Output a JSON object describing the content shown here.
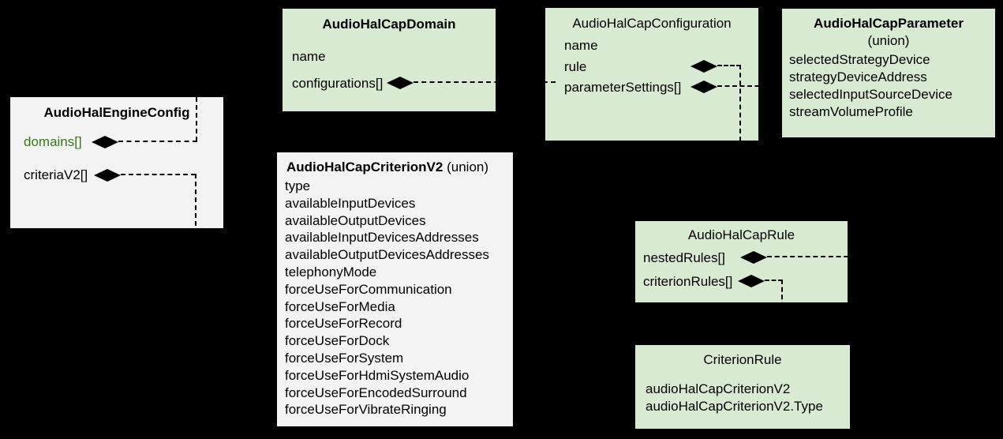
{
  "colors": {
    "background": "#000000",
    "green_box_fill": "#d9ead3",
    "gray_box_fill": "#f3f3f3",
    "text": "#000000",
    "green_field_text": "#38761d",
    "connector": "#000000"
  },
  "boxes": {
    "engine_config": {
      "title": "AudioHalEngineConfig",
      "fields": {
        "domains": "domains[]",
        "criteria_v2": "criteriaV2[]"
      }
    },
    "cap_domain": {
      "title": "AudioHalCapDomain",
      "fields": {
        "name": "name",
        "configurations": "configurations[]"
      }
    },
    "cap_configuration": {
      "title": "AudioHalCapConfiguration",
      "fields": {
        "name": "name",
        "rule": "rule",
        "parameter_settings": "parameterSettings[]"
      }
    },
    "cap_parameter": {
      "title": "AudioHalCapParameter",
      "subtitle": "(union)",
      "fields": {
        "selected_strategy_device": "selectedStrategyDevice",
        "strategy_device_address": "strategyDeviceAddress",
        "selected_input_source_device": "selectedInputSourceDevice",
        "stream_volume_profile": "streamVolumeProfile"
      }
    },
    "cap_criterion_v2": {
      "title": "AudioHalCapCriterionV2",
      "subtitle": "(union)",
      "fields": [
        "type",
        "availableInputDevices",
        "availableOutputDevices",
        "availableInputDevicesAddresses",
        "availableOutputDevicesAddresses",
        "telephonyMode",
        "forceUseForCommunication",
        "forceUseForMedia",
        "forceUseForRecord",
        "forceUseForDock",
        "forceUseForSystem",
        "forceUseForHdmiSystemAudio",
        "forceUseForEncodedSurround",
        "forceUseForVibrateRinging"
      ]
    },
    "cap_rule": {
      "title": "AudioHalCapRule",
      "fields": {
        "nested_rules": "nestedRules[]",
        "criterion_rules": "criterionRules[]"
      }
    },
    "criterion_rule": {
      "title": "CriterionRule",
      "fields": {
        "criterion_v2": "audioHalCapCriterionV2",
        "criterion_v2_type": "audioHalCapCriterionV2.Type"
      }
    }
  }
}
